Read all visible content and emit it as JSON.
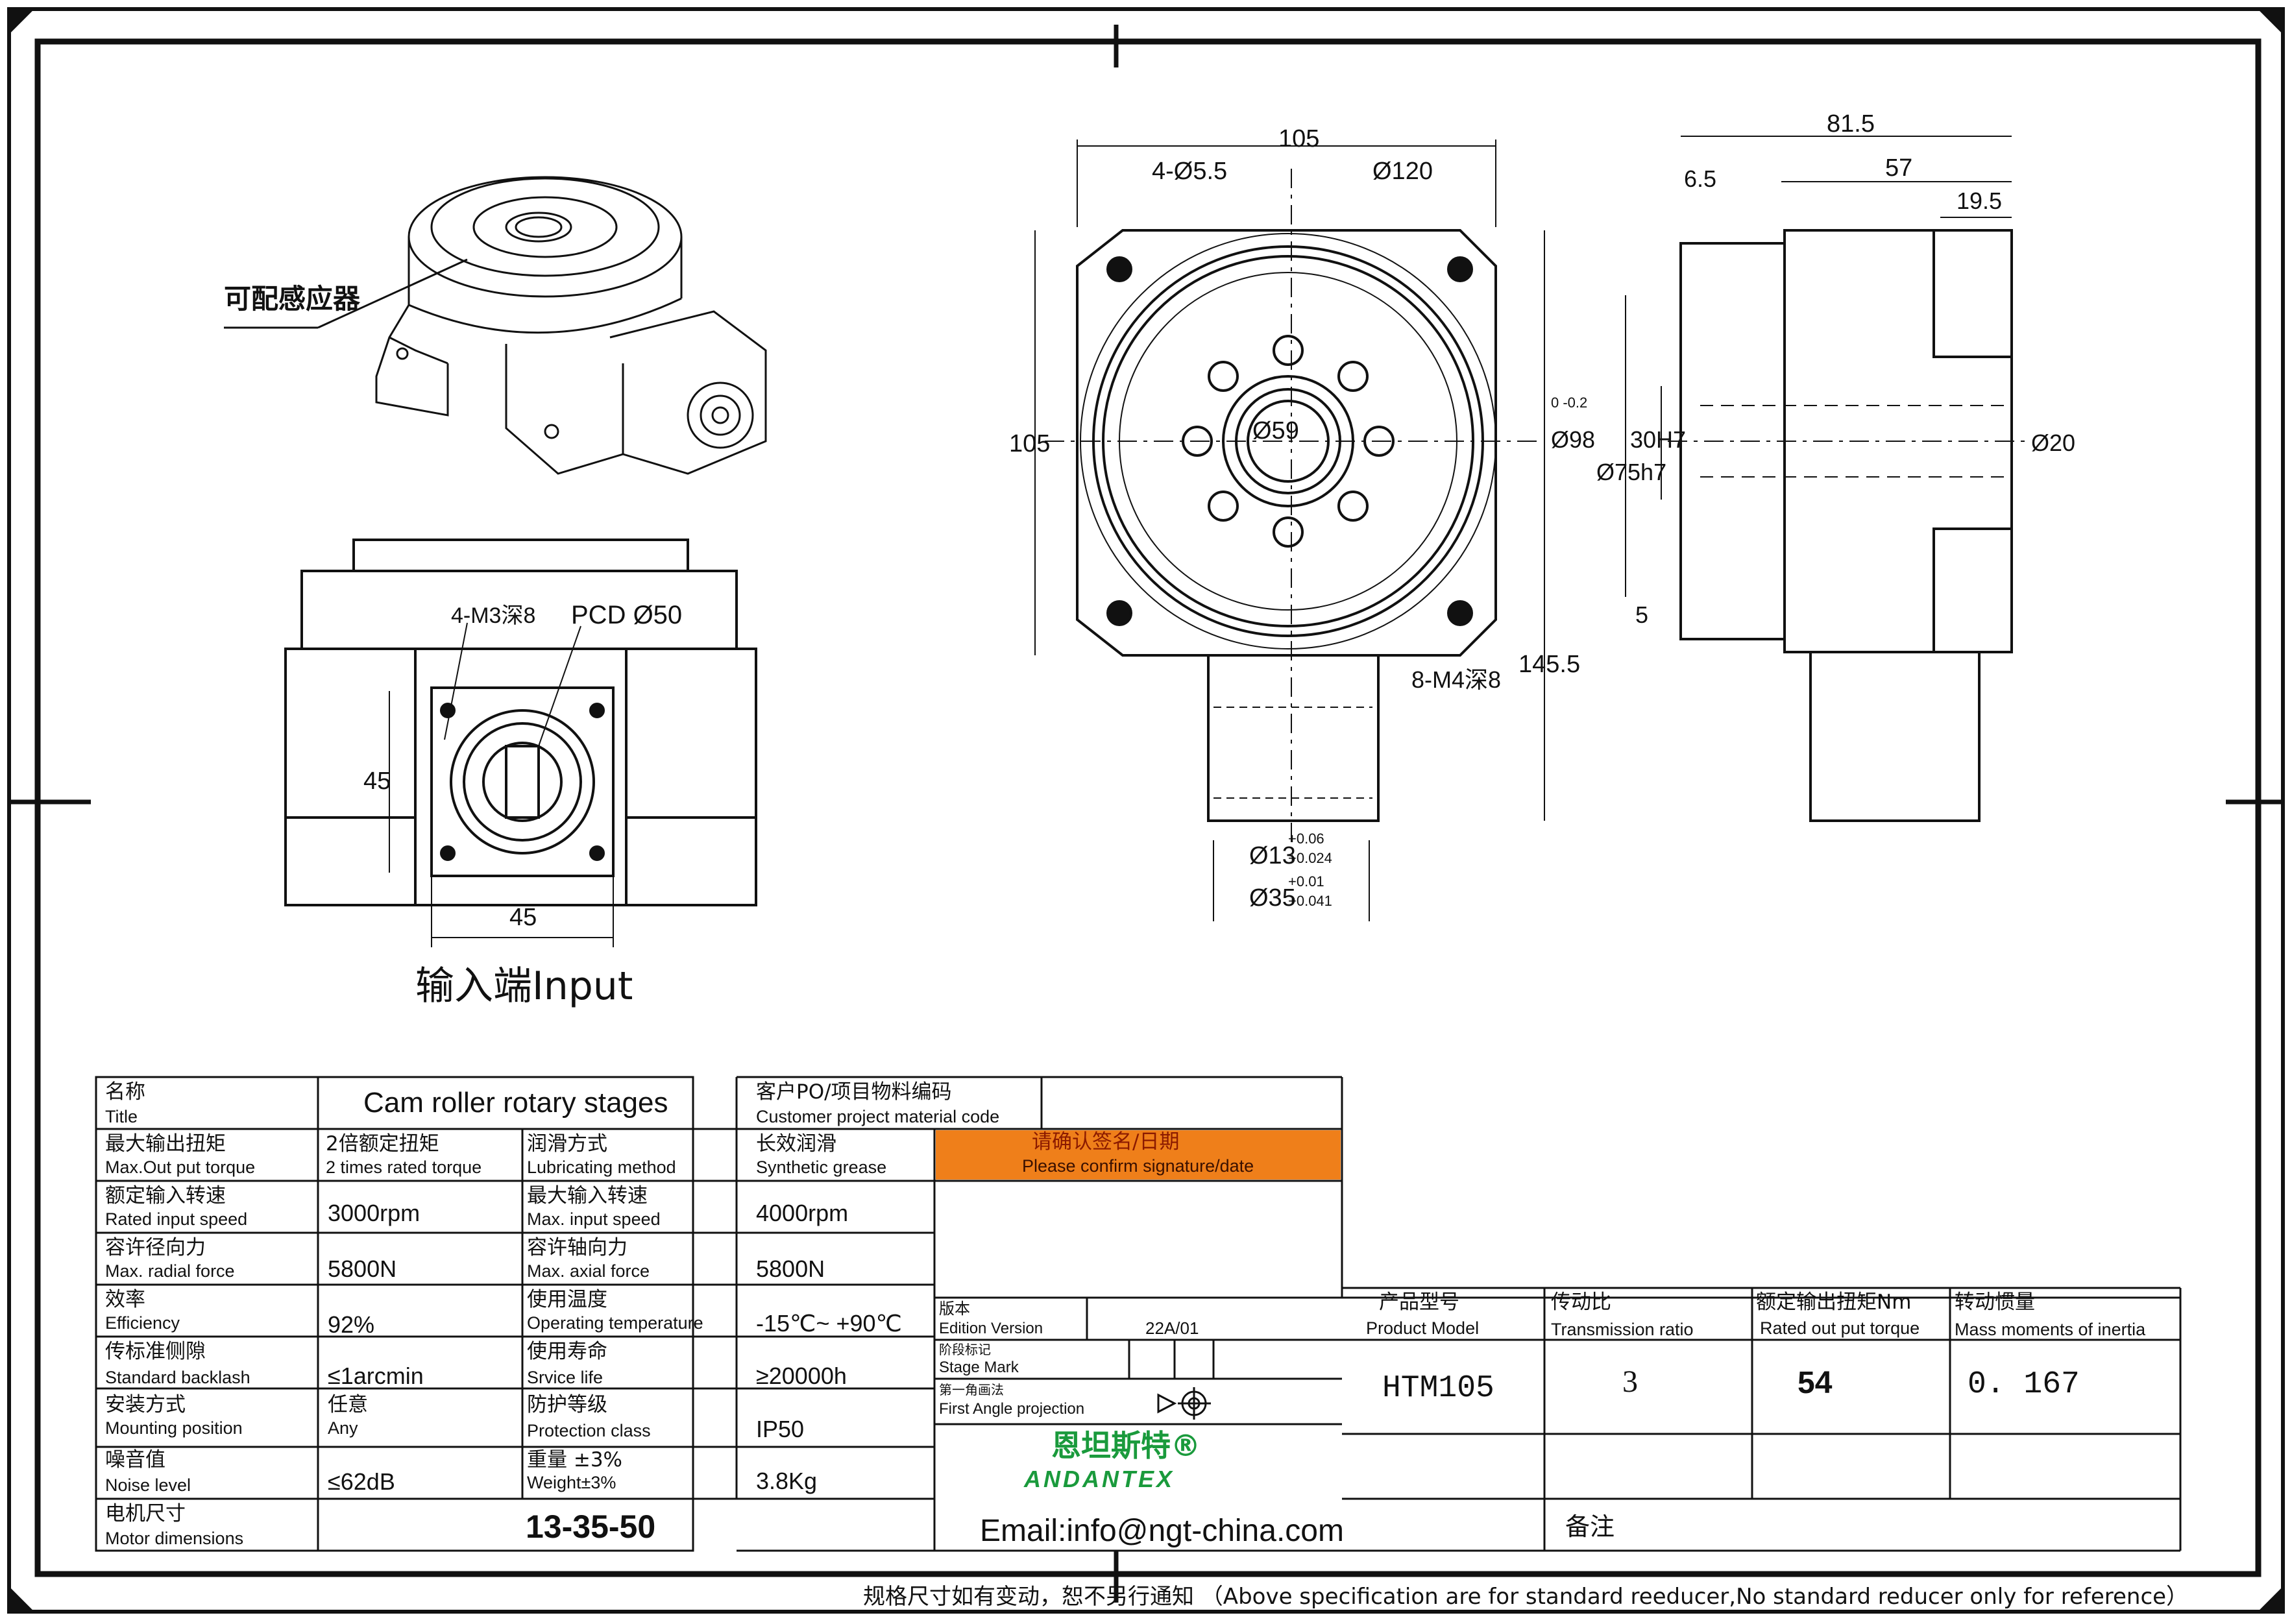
{
  "drawing": {
    "iso_label": "可配感应器",
    "input_caption": "输入端Input",
    "dims": {
      "top_width": "105",
      "top_height": "105",
      "hole_4": "4-Ø5.5",
      "d120": "Ø120",
      "d59": "Ø59",
      "m4": "8-M4深8",
      "h145": "145.5",
      "d13": "Ø13",
      "d13_tol_up": "+0.06",
      "d13_tol_dn": "+0.024",
      "d35": "Ø35",
      "d35_tol_up": "+0.01",
      "d35_tol_dn": "+0.041",
      "side_815": "81.5",
      "side_57": "57",
      "side_65": "6.5",
      "side_195": "19.5",
      "side_d98": "Ø98",
      "side_d98_tol": "0 -0.2",
      "side_d75": "Ø75h7",
      "side_30h7": "30H7",
      "side_d20": "Ø20",
      "side_5": "5",
      "front_m3": "4-M3深8",
      "front_pcd": "PCD Ø50",
      "front_45v": "45",
      "front_45h": "45"
    }
  },
  "table": {
    "title_cn": "名称",
    "title_en": "Title",
    "title_value": "Cam roller rotary stages",
    "customer_cn": "客户PO/项目物料编码",
    "customer_en": "Customer project material code",
    "customer_value": "",
    "max_torque_cn": "最大输出扭矩",
    "max_torque_en": "Max.Out put torque",
    "max_torque_val_cn": "2倍额定扭矩",
    "max_torque_val_en": "2 times rated torque",
    "lube_cn": "润滑方式",
    "lube_en": "Lubricating method",
    "lube_val_cn": "长效润滑",
    "lube_val_en": "Synthetic grease",
    "confirm_cn": "请确认签名/日期",
    "confirm_en": "Please confirm signature/date",
    "rated_speed_cn": "额定输入转速",
    "rated_speed_en": "Rated input speed",
    "rated_speed_val": "3000rpm",
    "max_speed_cn": "最大输入转速",
    "max_speed_en": "Max. input speed",
    "max_speed_val": "4000rpm",
    "radial_cn": "容许径向力",
    "radial_en": "Max. radial force",
    "radial_val": "5800N",
    "axial_cn": "容许轴向力",
    "axial_en": "Max. axial force",
    "axial_val": "5800N",
    "eff_cn": "效率",
    "eff_en": "Efficiency",
    "eff_val": "92%",
    "temp_cn": "使用温度",
    "temp_en": "Operating temperature",
    "temp_val": "-15℃~ +90℃",
    "backlash_cn": "传标准侧隙",
    "backlash_en": "Standard backlash",
    "backlash_val": "≤1arcmin",
    "life_cn": "使用寿命",
    "life_en": "Srvice life",
    "life_val": "≥20000h",
    "mount_cn": "安装方式",
    "mount_en": "Mounting position",
    "mount_val_cn": "任意",
    "mount_val_en": "Any",
    "prot_cn": "防护等级",
    "prot_en": "Protection class",
    "prot_val": "IP50",
    "noise_cn": "噪音值",
    "noise_en": "Noise level",
    "noise_val": "≤62dB",
    "weight_cn": "重量 ±3%",
    "weight_en": "Weight±3%",
    "weight_val": "3.8Kg",
    "motor_cn": "电机尺寸",
    "motor_en": "Motor dimensions",
    "motor_val": "13-35-50",
    "edition_cn": "版本",
    "edition_en": "Edition Version",
    "edition_val": "22A/01",
    "stage_cn": "阶段标记",
    "stage_en": "Stage Mark",
    "angle_cn": "第一角画法",
    "angle_en": "First Angle projection",
    "brand_cn": "恩坦斯特®",
    "brand_en": "ANDANTEX",
    "email": "Email:info@ngt-china.com",
    "model_cn": "产品型号",
    "model_en": "Product Model",
    "model_val": "HTM105",
    "ratio_cn": "传动比",
    "ratio_en": "Transmission ratio",
    "ratio_val": "3",
    "torque_cn": "额定输出扭矩Nm",
    "torque_en": "Rated out put torque",
    "torque_val": "54",
    "inertia_cn": "转动惯量",
    "inertia_en": "Mass moments of inertia",
    "inertia_val": "0. 167",
    "remark_cn": "备注"
  },
  "footer": "规格尺寸如有变动，恕不另行通知 （Above specification are for standard reeducer,No standard reducer only for reference）",
  "colors": {
    "line": "#111111",
    "orange": "#ef7f1a",
    "brand_green": "#1a9a3c"
  }
}
